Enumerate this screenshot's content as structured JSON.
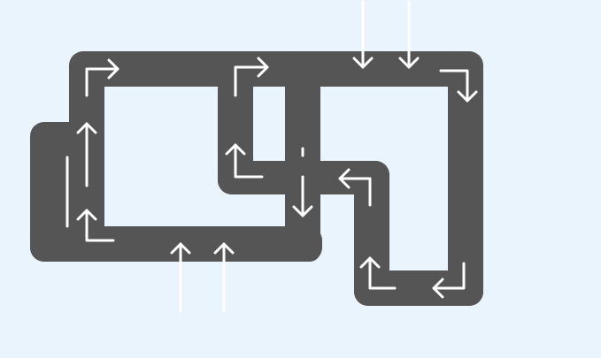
{
  "colors": {
    "background": "#eaf4fc",
    "track": "#555555",
    "arrow": "#ffffff"
  },
  "diagram": {
    "kind": "one-way track loop map",
    "entry_points": 2,
    "exit_points": 2,
    "direction_arrows": 16
  }
}
